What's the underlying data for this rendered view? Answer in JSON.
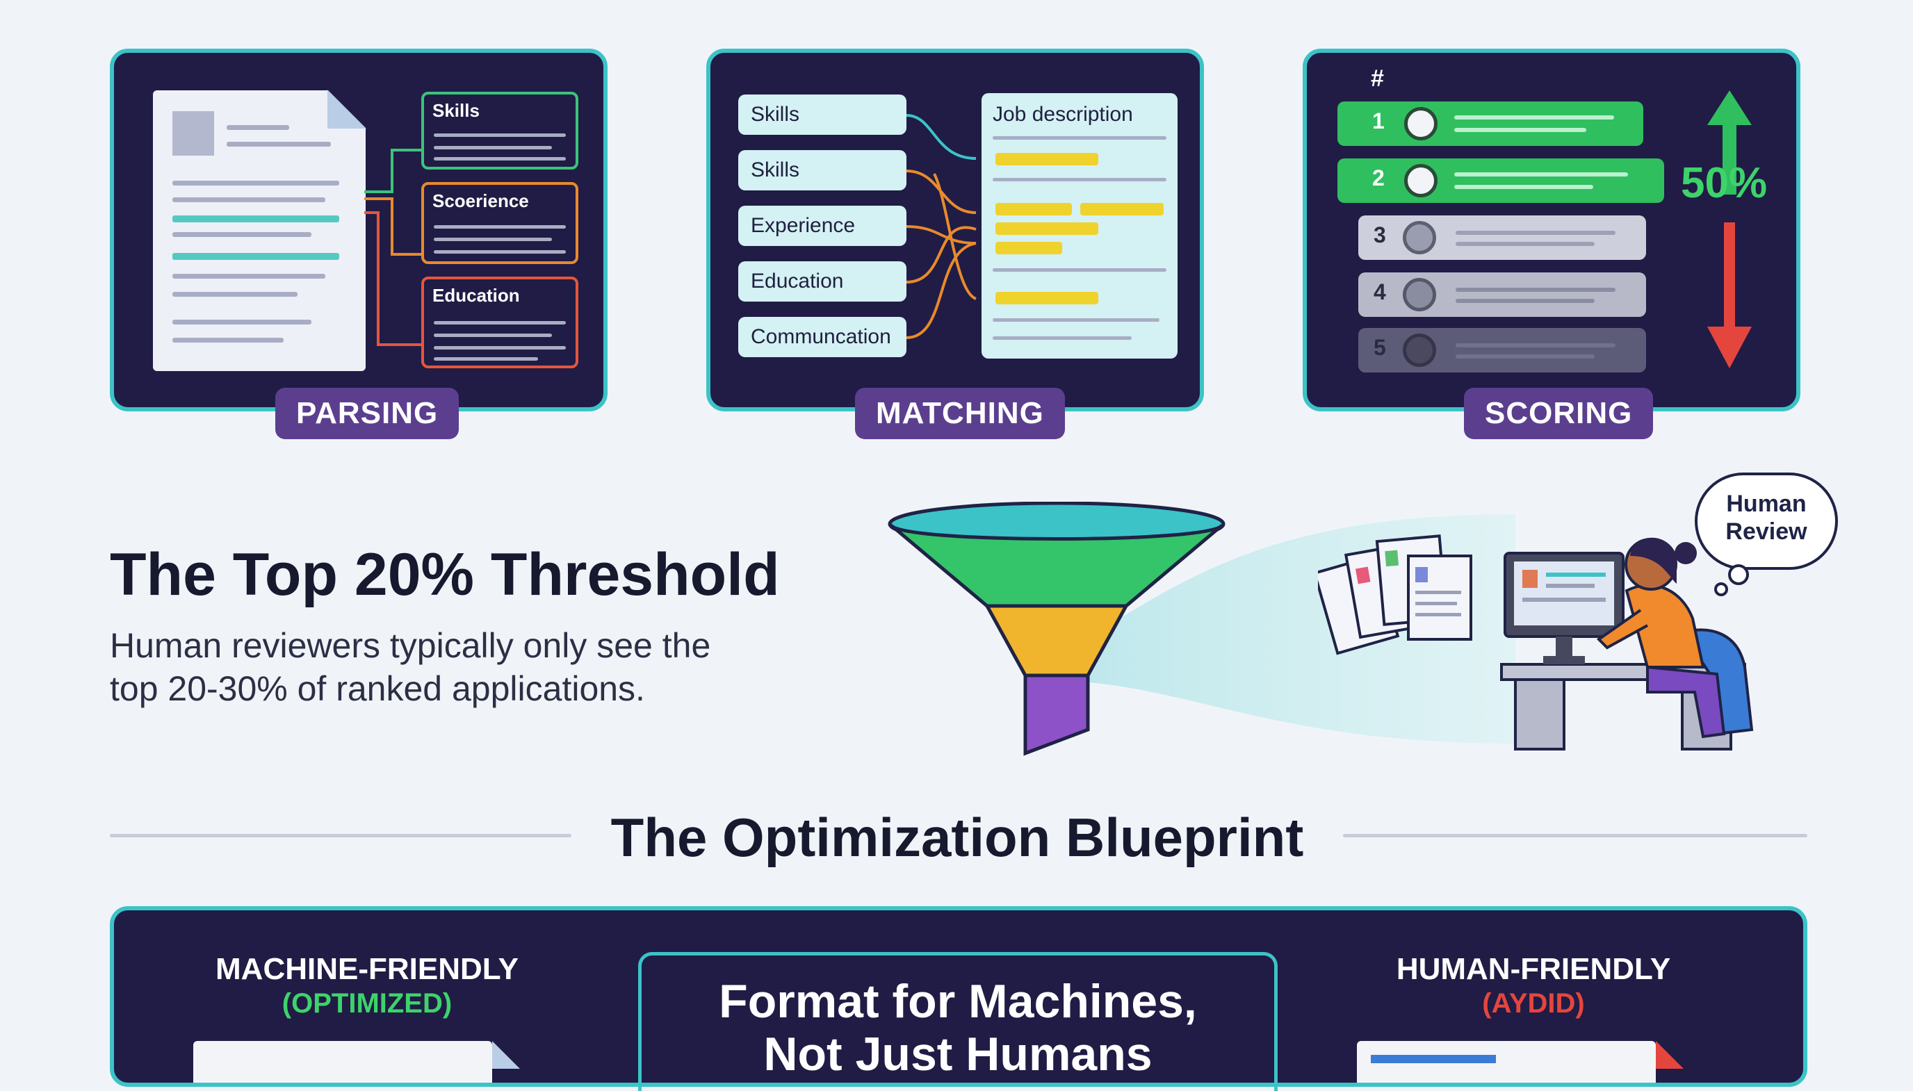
{
  "cards": {
    "parsing": {
      "label": "PARSING",
      "boxes": [
        "Skills",
        "Scoerience",
        "Education"
      ]
    },
    "matching": {
      "label": "MATCHING",
      "pills": [
        "Skills",
        "Skills",
        "Experience",
        "Education",
        "Communcation"
      ],
      "job_title": "Job description"
    },
    "scoring": {
      "label": "SCORING",
      "hash": "#",
      "ranks": [
        "1",
        "2",
        "3",
        "4",
        "5"
      ],
      "percent": "50%"
    }
  },
  "threshold": {
    "title": "The Top 20% Threshold",
    "body_line1": "Human reviewers typically only see the",
    "body_line2": "top 20-30% of ranked applications."
  },
  "review_bubble": {
    "line1": "Human",
    "line2": "Review"
  },
  "blueprint": {
    "title": "The Optimization Blueprint",
    "machine_title": "MACHINE-FRIENDLY",
    "machine_sub": "(OPTIMIZED)",
    "center_line1": "Format for Machines,",
    "center_line2": "Not Just Humans",
    "human_title": "HUMAN-FRIENDLY",
    "human_sub": "(AYDID)"
  },
  "colors": {
    "card_bg": "#201c45",
    "card_border": "#3cc3c7",
    "label_bg": "#5b3f8e",
    "green": "#2fbf5f",
    "red": "#e4463e",
    "yellow": "#f0d22c",
    "orange": "#e98a2c"
  }
}
